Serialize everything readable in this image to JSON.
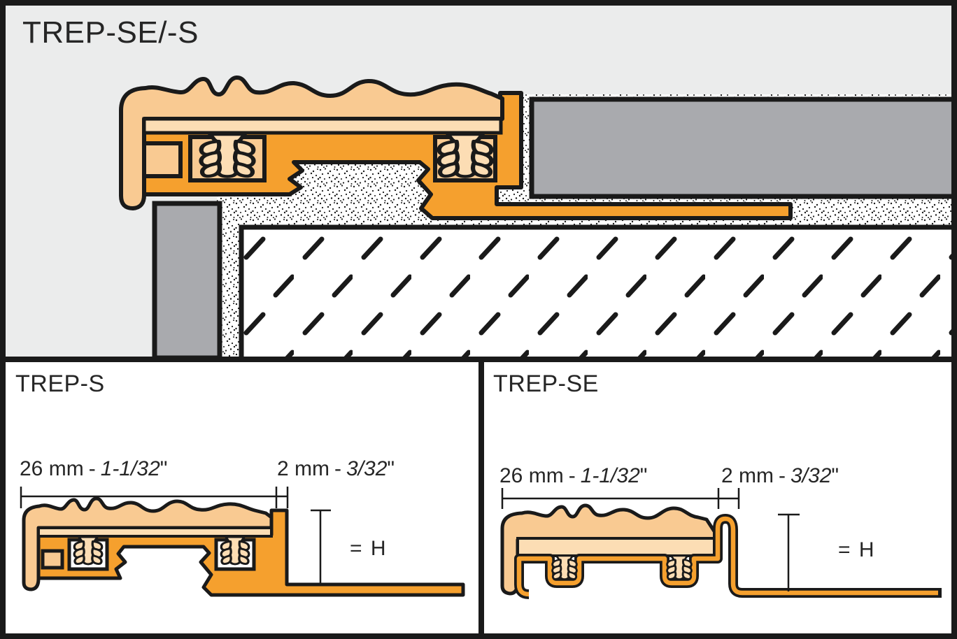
{
  "document": {
    "kind": "stair-nosing-profile technical drawing"
  },
  "panels": {
    "overview": {
      "title": "TREP-SE/-S"
    },
    "trep_s": {
      "title": "TREP-S",
      "dim_width": {
        "metric": "26 mm",
        "sep": "-",
        "imperial": "1-1/32",
        "inch_mark": "\""
      },
      "dim_joint": {
        "metric": "2 mm",
        "sep": "-",
        "imperial": "3/32",
        "inch_mark": "\""
      },
      "height_label": "= H"
    },
    "trep_se": {
      "title": "TREP-SE",
      "dim_width": {
        "metric": "26 mm",
        "sep": "-",
        "imperial": "1-1/32",
        "inch_mark": "\""
      },
      "dim_joint": {
        "metric": "2 mm",
        "sep": "-",
        "imperial": "3/32",
        "inch_mark": "\""
      },
      "height_label": "= H"
    }
  },
  "colors": {
    "profile_orange": "#F5A02E",
    "tread_peach": "#F9CA92",
    "tread_cream": "#FCDDB4",
    "tile_gray": "#A9AAAE",
    "background_gray": "#EBECEC",
    "ink": "#1A1A1A"
  }
}
